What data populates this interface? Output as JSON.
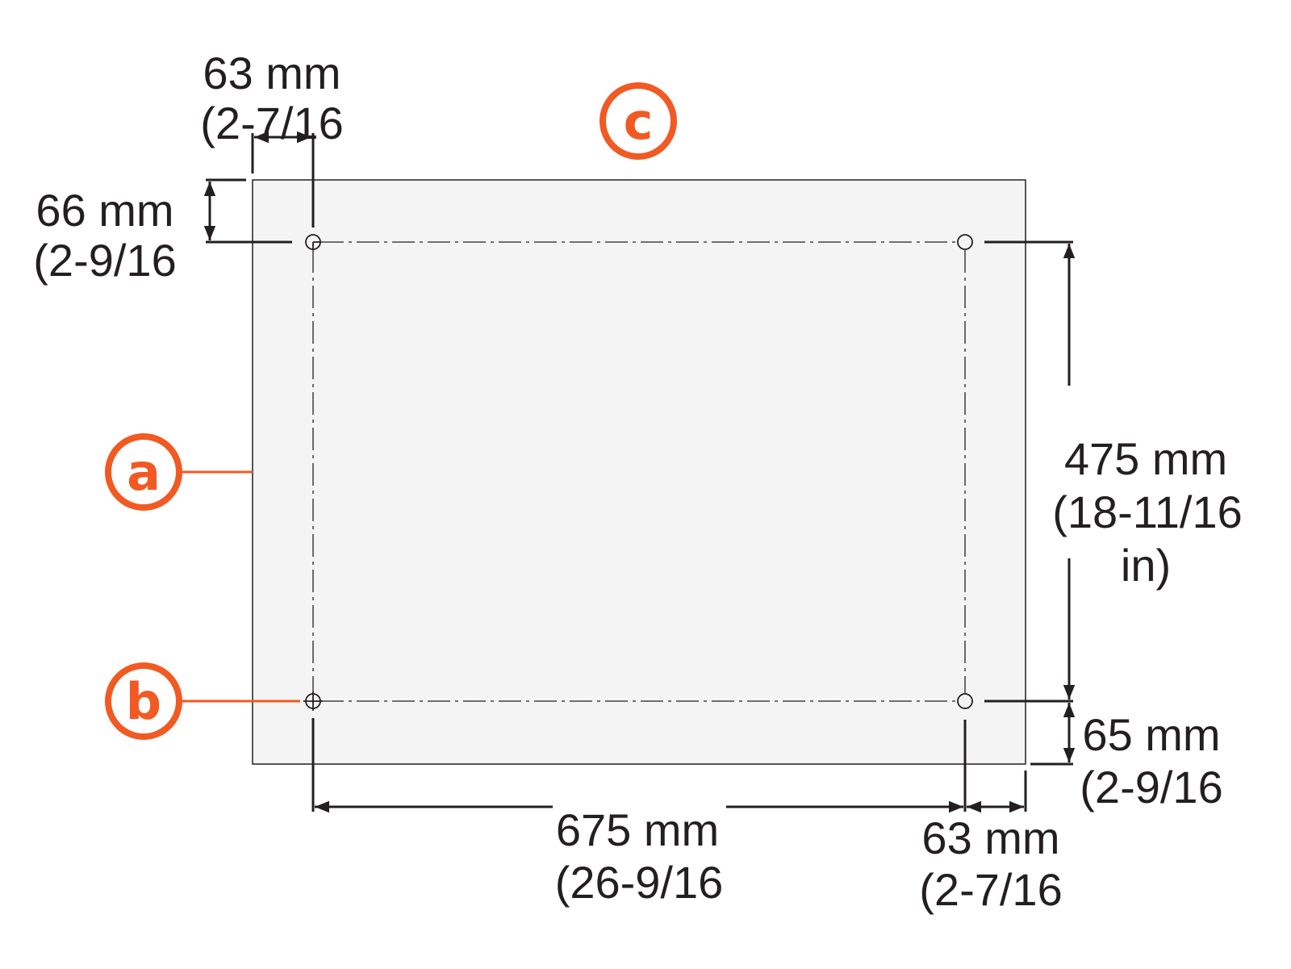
{
  "colors": {
    "accent": "#f15a22",
    "panel": "#f4f4f4",
    "line": "#231f20"
  },
  "callouts": {
    "a": "a",
    "b": "b",
    "c": "c"
  },
  "dimensions": {
    "top_left_horizontal": {
      "mm": "63 mm",
      "in": "(2-7/16"
    },
    "top_left_vertical": {
      "mm": "66 mm",
      "in": "(2-9/16"
    },
    "right_vertical": {
      "mm": "475 mm",
      "in": "(18-11/16",
      "unit": "in)"
    },
    "bottom_right_vertical": {
      "mm": "65 mm",
      "in": "(2-9/16"
    },
    "bottom_horizontal": {
      "mm": "675 mm",
      "in": "(26-9/16"
    },
    "bottom_right_horizontal": {
      "mm": "63 mm",
      "in": "(2-7/16"
    }
  }
}
